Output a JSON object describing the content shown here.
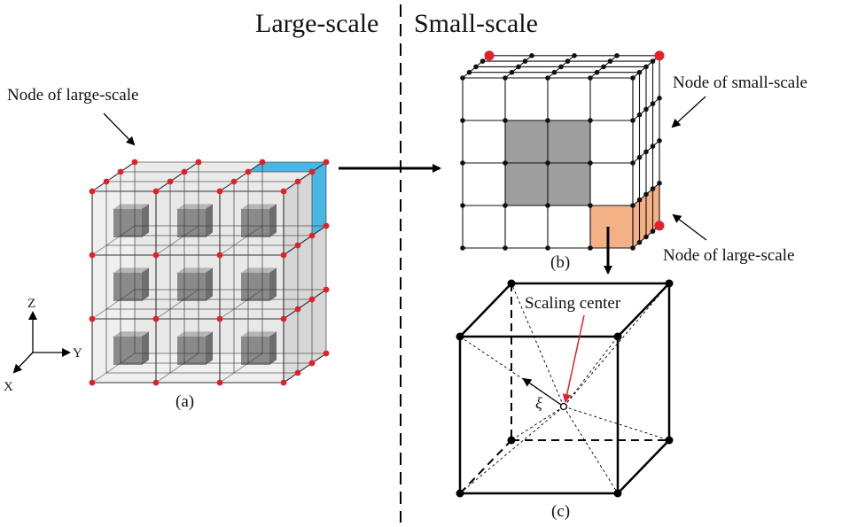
{
  "headings": {
    "left": "Large-scale",
    "right": "Small-scale"
  },
  "labels": {
    "node_large_a": "Node of large-scale",
    "node_small": "Node of small-scale",
    "node_large_b": "Node of large-scale",
    "scaling_center": "Scaling center",
    "xi": "ξ"
  },
  "captions": {
    "a": "(a)",
    "b": "(b)",
    "c": "(c)"
  },
  "axes": {
    "z": "Z",
    "y": "Y",
    "x": "X"
  },
  "colors": {
    "large_node": "#e3202a",
    "highlight_cell": "#4ab6e3",
    "highlight_corner": "#f3b185",
    "inclusion": "#8a8a8a",
    "inclusion_small": "#9e9e9e",
    "scaling_arrow": "#e3202a"
  }
}
